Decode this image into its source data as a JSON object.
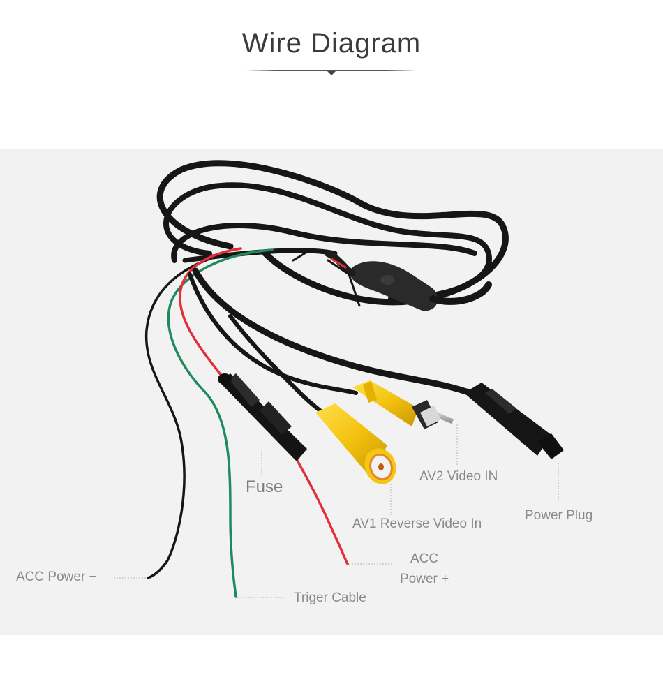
{
  "header": {
    "title": "Wire Diagram"
  },
  "labels": {
    "fuse": "Fuse",
    "av2_video_in": "AV2 Video IN",
    "av1_reverse_video_in": "AV1 Reverse Video In",
    "power_plug": "Power Plug",
    "acc_power_plus_line1": "ACC",
    "acc_power_plus_line2": "Power +",
    "acc_power_minus": "ACC Power −",
    "triger_cable": "Triger Cable"
  },
  "colors": {
    "cable_black": "#161616",
    "wire_red": "#e2303a",
    "wire_green": "#1f8a5c",
    "rca_yellow": "#f3c20f",
    "leader_line": "#b5b5b5"
  }
}
